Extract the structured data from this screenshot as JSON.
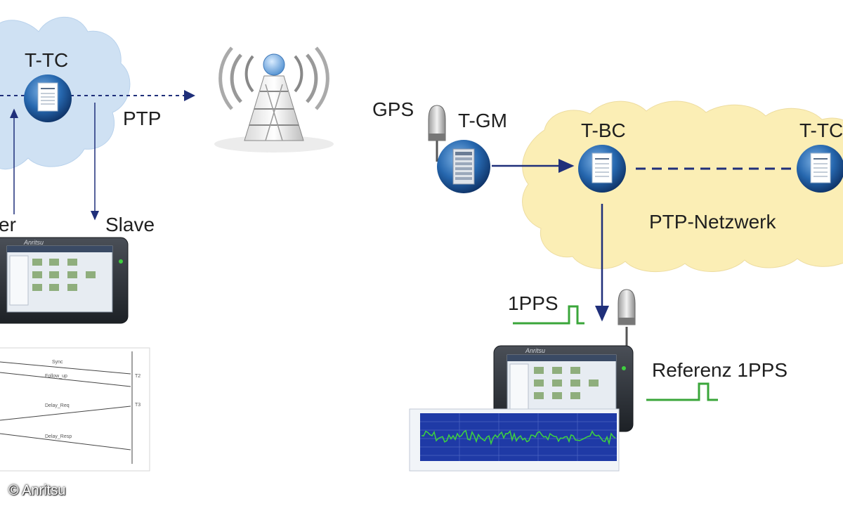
{
  "labels": {
    "left_ttc": "T-TC",
    "ptp_left": "PTP",
    "master_partial": "er",
    "slave": "Slave",
    "gps": "GPS",
    "tgm": "T-GM",
    "tbc": "T-BC",
    "ttc_right_partial": "T-TC",
    "ptp_network": "PTP-Netzwerk",
    "pps": "1PPS",
    "reference_pps": "Referenz 1PPS",
    "copyright": "© Anritsu"
  },
  "timing_messages": [
    "Sync",
    "Follow_up",
    "Delay_Req",
    "Delay_Resp"
  ],
  "timing_markers": [
    "T2",
    "T3"
  ],
  "device_brand": "Anritsu",
  "colors": {
    "cloud_blue": "#cfe1f3",
    "cloud_yellow": "#fbeeb5",
    "arrow_navy": "#1f2f7a",
    "pulse_green": "#3aa63a",
    "node_blue": "#1f5fa6"
  }
}
